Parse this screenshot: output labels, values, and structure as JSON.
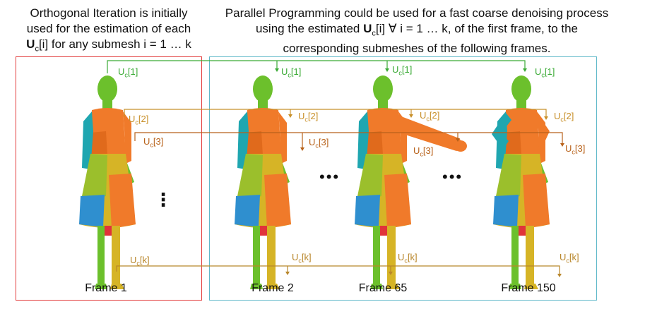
{
  "left_caption": {
    "line1": "Orthogonal Iteration is initially",
    "line2": "used for the estimation of each",
    "line3_bold": "U",
    "line3_sub": "c",
    "line3_rest": "[i] for any submesh i = 1 … k"
  },
  "right_caption": {
    "line1": "Parallel Programming could be used for a fast coarse denoising process",
    "line2_pre": "using the estimated ",
    "line2_bold": "U",
    "line2_sub": "c",
    "line2_rest": "[i] ∀ i = 1 … k, of the first frame, to the",
    "line3": "corresponding submeshes of the following frames."
  },
  "labels": {
    "u": "U",
    "sub": "c",
    "i1": "[1]",
    "i2": "[2]",
    "i3": "[3]",
    "ik": "[k]"
  },
  "frames": [
    "Frame 1",
    "Frame 2",
    "Frame 65",
    "Frame 150"
  ],
  "ellipsis": "•••",
  "vdots": "⋮",
  "colors": {
    "box_left": "#e23b3b",
    "box_right": "#5fb8c9",
    "arrow_u1": "#3aaa35",
    "arrow_u2": "#c8902a",
    "arrow_u3": "#b8621a",
    "arrow_uk": "#b8862a",
    "mesh_green": "#6cc02c",
    "mesh_orange": "#f07a2a",
    "mesh_cyan": "#1fa6b0",
    "mesh_yellow": "#d6b426",
    "mesh_lime": "#9bbf2c",
    "mesh_blue": "#2f8fcf",
    "mesh_red": "#e0333a"
  }
}
